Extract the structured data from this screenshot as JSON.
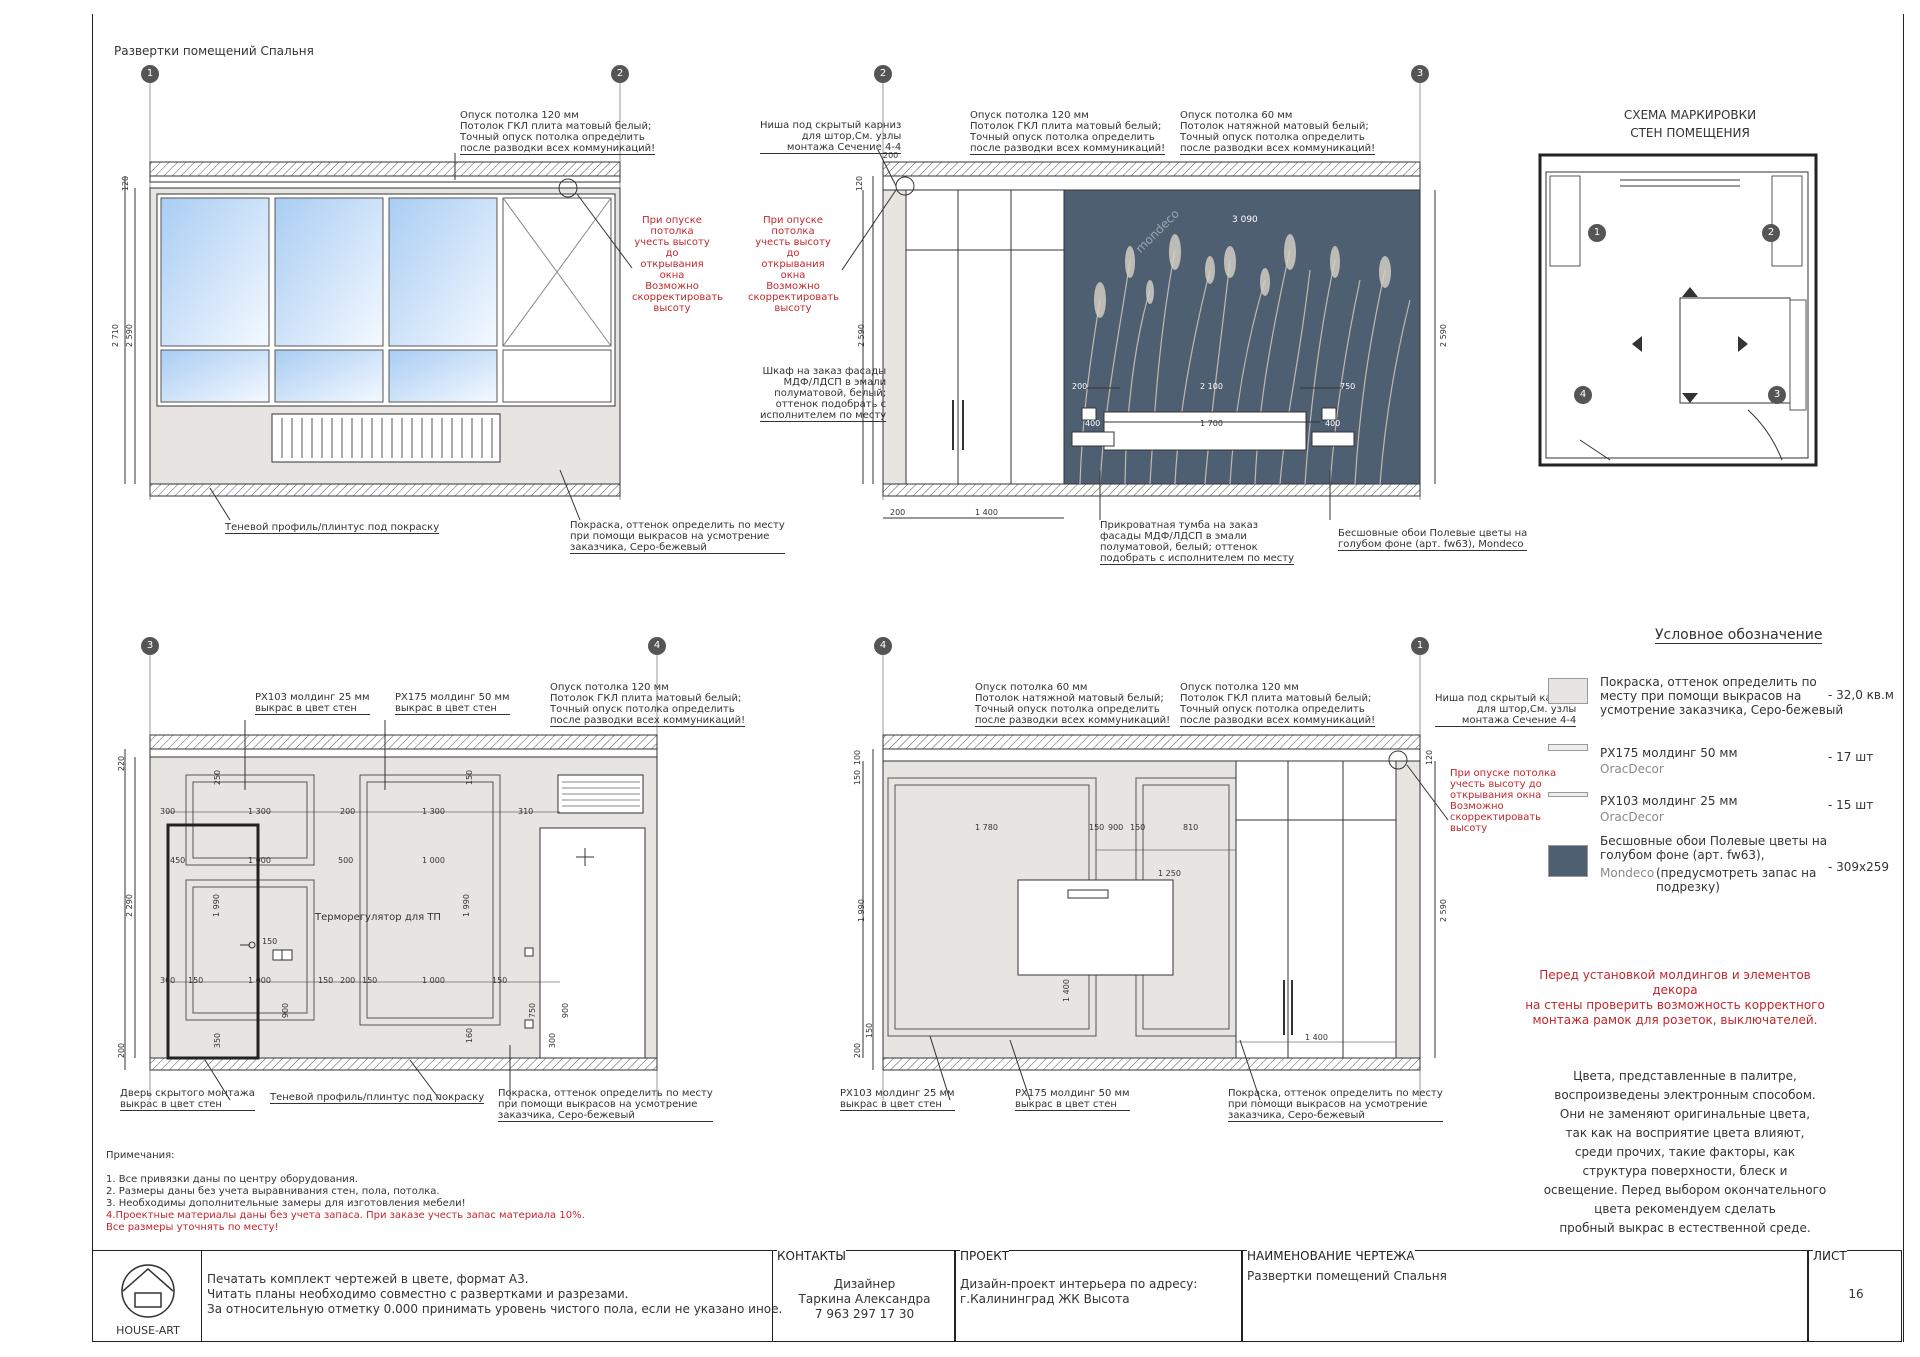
{
  "page_title": "Развертки помещений Спальня",
  "markers": {
    "m1": "1",
    "m2": "2",
    "m3": "3",
    "m4": "4"
  },
  "scheme": {
    "title_line1": "СХЕМА МАРКИРОВКИ",
    "title_line2": "СТЕН ПОМЕЩЕНИЯ"
  },
  "elev1": {
    "ceiling_note": "Опуск потолка 120 мм\nПотолок ГКЛ плита матовый белый;\nТочный опуск потолка определить\nпосле разводки всех коммуникаций!",
    "red_note": "При опуске потолка\nучесть высоту до\nоткрывания окна\nВозможно\nскорректировать\nвысоту",
    "shadow_note": "Теневой профиль/плинтус под покраску",
    "paint_note": "Покраска, оттенок определить по месту\nпри помощи выкрасов на усмотрение\nзаказчика, Серо-бежевый",
    "dims": {
      "d120": "120",
      "d2710": "2 710",
      "d2590": "2 590"
    }
  },
  "elev2": {
    "niche_note": "Ниша под скрытый карниз\nдля штор,См. узлы\nмонтажа  Сечение 4-4",
    "ceiling120": "Опуск потолка 120 мм\nПотолок ГКЛ плита матовый белый;\nТочный опуск потолка определить\nпосле разводки всех коммуникаций!",
    "ceiling60": "Опуск потолка 60 мм\nПотолок натяжной матовый белый;\nТочный опуск потолка определить\nпосле разводки всех коммуникаций!",
    "red_note": "При опуске потолка\nучесть высоту до\nоткрывания окна\nВозможно\nскорректировать\nвысоту",
    "wardrobe_note": "Шкаф на заказ фасады\nМДФ/ЛДСП  в эмали\nполуматовой, белый;\nоттенок подобрать с\nисполнителем по месту",
    "bedside_note": "Прикроватная тумба на заказ\nфасады МДФ/ЛДСП в эмали\nполуматовой, белый; оттенок\nподобрать с исполнителем по месту",
    "wallpaper_note": "Бесшовные обои Полевые цветы на\nголубом фоне (арт. fw63), Mondeco",
    "wallpaper_brand": "mondeco",
    "dims": {
      "d200a": "200",
      "d1400": "1 400",
      "d3090": "3 090",
      "d2100": "2 100",
      "d1700": "1 700",
      "d200b": "200",
      "d400a": "400",
      "d400b": "400",
      "d750": "750",
      "d2590": "2 590",
      "d120": "120",
      "d200c": "200"
    }
  },
  "elev3": {
    "mold25": "PX103 молдинг 25 мм\nвыкрас в цвет стен",
    "mold50": "PX175 молдинг 50 мм\nвыкрас в цвет стен",
    "ceiling_note": "Опуск потолка 120 мм\nПотолок ГКЛ плита матовый белый;\nТочный опуск потолка определить\nпосле разводки всех коммуникаций!",
    "thermo": "Терморегулятор для ТП",
    "door_note": "Дверь скрытого монтажа\nвыкрас в цвет стен",
    "shadow_note": "Теневой профиль/плинтус под покраску",
    "paint_note": "Покраска, оттенок определить по месту\nпри помощи выкрасов на усмотрение\nзаказчика, Серо-бежевый",
    "dims": {
      "d300a": "300",
      "d1300a": "1 300",
      "d200": "200",
      "d1300b": "1 300",
      "d310": "310",
      "d450": "450",
      "d500": "500",
      "d1000a": "1 000",
      "d1000b": "1 000",
      "d1990a": "1 990",
      "d1990b": "1 990",
      "d2290": "2 290",
      "d220": "220",
      "d200b": "200",
      "d150a": "150",
      "d150b": "150",
      "d150c": "150",
      "d150d": "150",
      "d150e": "150",
      "d1000c": "1 000",
      "d1000d": "1 000",
      "d300b": "300",
      "d200c": "200",
      "d900a": "900",
      "d900b": "900",
      "d350": "350",
      "d250": "250",
      "d300c": "300",
      "d750": "750",
      "d150f": "150",
      "d160": "160"
    }
  },
  "elev4": {
    "ceiling60": "Опуск потолка 60 мм\nПотолок натяжной матовый белый;\nТочный опуск потолка определить\nпосле разводки всех коммуникаций!",
    "ceiling120": "Опуск потолка 120 мм\nПотолок ГКЛ плита матовый белый;\nТочный опуск потолка определить\nпосле разводки всех коммуникаций!",
    "niche_note": "Ниша под скрытый карниз\nдля штор,См. узлы\nмонтажа  Сечение 4-4",
    "red_note": "При опуске потолка\nучесть высоту до\nоткрывания окна\nВозможно\nскорректировать\nвысоту",
    "mold25": "PX103 молдинг 25 мм\nвыкрас в цвет стен",
    "mold50": "PX175 молдинг 50 мм\nвыкрас в цвет стен",
    "paint_note": "Покраска, оттенок определить по месту\nпри помощи выкрасов на усмотрение\nзаказчика, Серо-бежевый",
    "dims": {
      "d1780": "1 780",
      "d150a": "150",
      "d900": "900",
      "d150b": "150",
      "d810": "810",
      "d1250": "1 250",
      "d1400": "1 400",
      "d1400b": "1 400",
      "d1990": "1 990",
      "d2590": "2 590",
      "d120": "120",
      "d100": "100",
      "d150c": "150",
      "d200": "200",
      "d150d": "150"
    }
  },
  "legend": {
    "title": "Условное обозначение",
    "items": [
      {
        "text": "Покраска, оттенок определить по\nместу при помощи выкрасов на\nусмотрение заказчика, Серо-бежевый",
        "brand": "",
        "qty": "- 32,0 кв.м"
      },
      {
        "text": "PX175 молдинг 50 мм",
        "brand": "OracDecor",
        "qty": "- 17 шт"
      },
      {
        "text": "PX103 молдинг 25 мм",
        "brand": "OracDecor",
        "qty": "- 15 шт"
      },
      {
        "text": "Бесшовные обои Полевые цветы на\nголубом фоне (арт. fw63),",
        "brand": "Mondeco",
        "brand_suffix": " (предусмотреть запас на\nподрезку)",
        "qty": "- 309х259"
      }
    ]
  },
  "red_warning": "Перед установкой молдингов и элементов декора\nна стены проверить возможность корректного\nмонтажа рамок для розеток, выключателей.",
  "color_note": "Цвета, представленные в палитре,\nвоспроизведены электронным способом.\nОни не заменяют оригинальные цвета,\nтак как на восприятие цвета влияют,\nсреди прочих, такие факторы, как\nструктура поверхности, блеск и\nосвещение. Перед выбором окончательного\nцвета рекомендуем сделать\nпробный выкрас в естественной среде.",
  "notes": {
    "title": "Примечания:",
    "lines": [
      "1. Все привязки даны по центру оборудования.",
      "2. Размеры даны без учета выравнивания стен, пола, потолка.",
      "3. Необходимы дополнительные замеры для изготовления мебели!"
    ],
    "red_lines": [
      "4.Проектные материалы даны без учета запаса. При заказе учесть запас материала 10%.",
      "Все размеры уточнять по месту!"
    ]
  },
  "title_block": {
    "logo": "HOUSE-ART",
    "print_note": "Печатать комплект чертежей в цвете, формат А3.\nЧитать планы необходимо совместно с развертками и разрезами.\nЗа относительную отметку 0.000 принимать уровень чистого пола, если не указано иное.",
    "contacts_h": "КОНТАКТЫ",
    "contacts": "Дизайнер\nТаркина Александра\n7 963 297 17 30",
    "project_h": "ПРОЕКТ",
    "project": "Дизайн-проект интерьера по адресу:\nг.Калининград ЖК Высота",
    "name_h": "НАИМЕНОВАНИЕ ЧЕРТЕЖА",
    "name": "Развертки помещений Спальня",
    "sheet_h": "ЛИСТ",
    "sheet": "16"
  },
  "colors": {
    "wall": "#e7e5e2",
    "wallpaper": "#4f5f72",
    "red": "#c0282d",
    "glass": "#cfe3f7"
  }
}
